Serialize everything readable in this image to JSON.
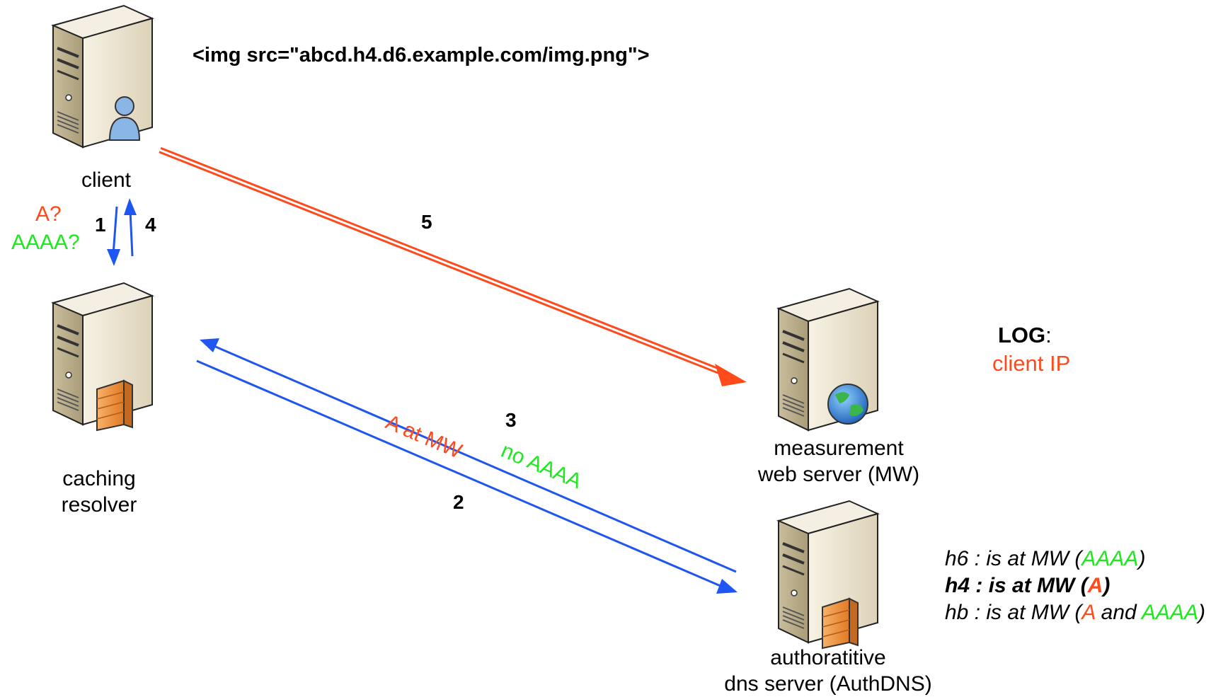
{
  "img_tag": "<img src=\"abcd.h4.d6.example.com/img.png\">",
  "nodes": {
    "client": "client",
    "resolver_line1": "caching",
    "resolver_line2": "resolver",
    "web_line1": "measurement",
    "web_line2": "web server (MW)",
    "auth_line1": "authoratitive",
    "auth_line2": "dns server (AuthDNS)"
  },
  "steps": {
    "s1": "1",
    "s2": "2",
    "s3": "3",
    "s4": "4",
    "s5": "5"
  },
  "queries": {
    "a": "A?",
    "aaaa": "AAAA?"
  },
  "answers": {
    "a_at_mw": "A at MW",
    "no_aaaa": "no AAAA"
  },
  "log": {
    "title": "LOG",
    "colon": ":",
    "value": "client IP"
  },
  "hosts": [
    {
      "name": "h6 :",
      "text": "is at  MW (",
      "a": "",
      "and": "",
      "aaaa": "AAAA",
      "close": ")"
    },
    {
      "name": "h4 :",
      "text": "is at MW (",
      "a": "A",
      "and": "",
      "aaaa": "",
      "close": ")"
    },
    {
      "name": "hb :",
      "text": "is at MW (",
      "a": "A",
      "and": " and ",
      "aaaa": "AAAA",
      "close": ")"
    }
  ],
  "colors": {
    "red": "#ff4a1c",
    "green": "#1ee81e",
    "blue": "#1f55f0",
    "server_body": "#eee6d2"
  },
  "icons": [
    "client-server-icon",
    "resolver-server-icon",
    "web-server-icon",
    "auth-server-icon"
  ]
}
